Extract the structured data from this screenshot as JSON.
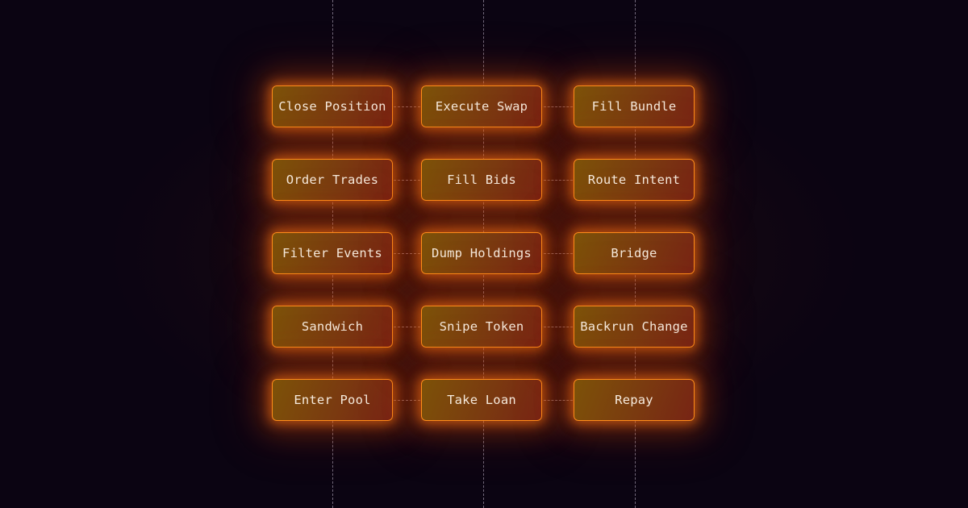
{
  "diagram": {
    "columns": [
      {
        "nodes": [
          {
            "label": "Close Position"
          },
          {
            "label": "Order Trades"
          },
          {
            "label": "Filter Events"
          },
          {
            "label": "Sandwich"
          },
          {
            "label": "Enter Pool"
          }
        ]
      },
      {
        "nodes": [
          {
            "label": "Execute Swap"
          },
          {
            "label": "Fill Bids"
          },
          {
            "label": "Dump Holdings"
          },
          {
            "label": "Snipe Token"
          },
          {
            "label": "Take Loan"
          }
        ]
      },
      {
        "nodes": [
          {
            "label": "Fill Bundle"
          },
          {
            "label": "Route Intent"
          },
          {
            "label": "Bridge"
          },
          {
            "label": "Backrun Change"
          },
          {
            "label": "Repay"
          }
        ]
      }
    ],
    "colors": {
      "background": "#0b0412",
      "node_border": "#ff8c1a",
      "node_glow": "#e8500a",
      "connector": "#c8bed2",
      "text": "#f6eadc"
    }
  }
}
